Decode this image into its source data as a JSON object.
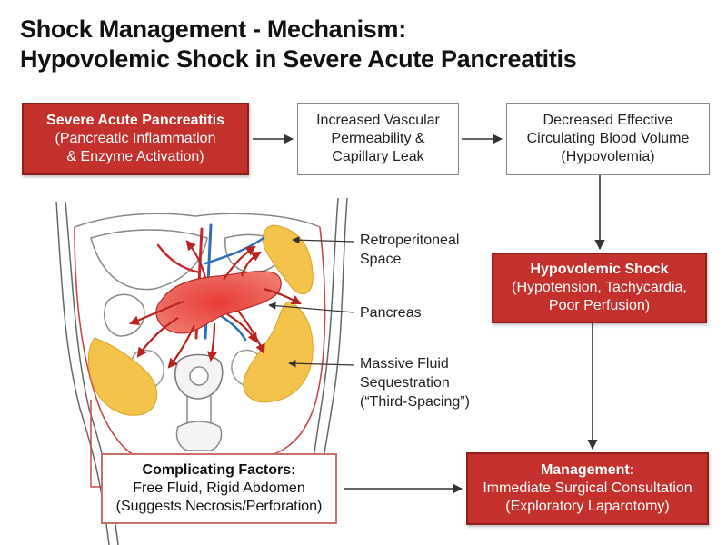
{
  "title": {
    "line1": "Shock Management - Mechanism:",
    "line2": "Hypovolemic Shock in Severe Acute Pancreatitis"
  },
  "boxes": {
    "pancreatitis": {
      "heading": "Severe Acute Pancreatitis",
      "line1": "(Pancreatic Inflammation",
      "line2": "& Enzyme Activation)"
    },
    "permeability": {
      "line1": "Increased Vascular",
      "line2": "Permeability &",
      "line3": "Capillary Leak"
    },
    "volume": {
      "line1": "Decreased Effective",
      "line2": "Circulating Blood Volume",
      "line3": "(Hypovolemia)"
    },
    "shock": {
      "heading": "Hypovolemic Shock",
      "line1": "(Hypotension, Tachycardia,",
      "line2": "Poor Perfusion)"
    },
    "complicating": {
      "heading": "Complicating Factors:",
      "line1": "Free Fluid, Rigid Abdomen",
      "line2": "(Suggests Necrosis/Perforation)"
    },
    "management": {
      "heading": "Management:",
      "line1": "Immediate Surgical Consultation",
      "line2": "(Exploratory Laparotomy)"
    }
  },
  "labels": {
    "retroperitoneal": {
      "line1": "Retroperitoneal",
      "line2": "Space"
    },
    "pancreas": "Pancreas",
    "fluid": {
      "line1": "Massive Fluid",
      "line2": "Sequestration",
      "line3": "(“Third-Spacing”)"
    }
  },
  "colors": {
    "red_box": "#c4302b",
    "fluid": "#f3c34a",
    "pancreas": "#e0403a",
    "artery": "#c8282a",
    "vein": "#2f6fb5",
    "arrow": "#333333"
  }
}
